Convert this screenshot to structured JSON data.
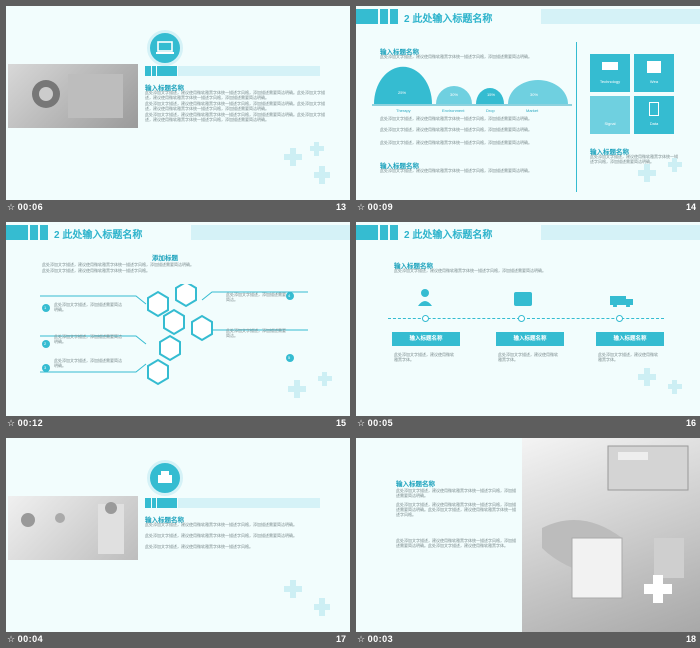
{
  "slides": [
    {
      "time": "00:06",
      "num": "13",
      "heading": "输入标题名称",
      "text": "此处添加文字描述，建议使用微软雅黑字体统一描述字风格，添加描述需要简洁明确。此处添加文字描述，建议使用微软雅黑字体统一描述字风格，添加描述需要简洁明确。"
    },
    {
      "time": "00:09",
      "num": "14",
      "title": "2  此处输入标题名称",
      "heading": "输入标题名称",
      "subtext": "此处添加文字描述，建议使用微软雅黑字体统一描述字风格，添加描述需要简洁明确。",
      "arcs": [
        {
          "pct": "25%",
          "label": "Therapy"
        },
        {
          "pct": "30%",
          "label": "Environment"
        },
        {
          "pct": "15%",
          "label": "Drop"
        },
        {
          "pct": "30%",
          "label": "Market"
        }
      ],
      "tiles": [
        "Technology",
        "Wea",
        "Signal",
        "Data"
      ],
      "heading2": "输入标题名称",
      "heading3": "输入标题名称"
    },
    {
      "time": "00:12",
      "num": "15",
      "title": "2  此处输入标题名称",
      "heading": "添加标题",
      "items": [
        "1",
        "2",
        "3",
        "4",
        "5"
      ]
    },
    {
      "time": "00:05",
      "num": "16",
      "title": "2  此处输入标题名称",
      "heading": "输入标题名称",
      "boxes": [
        "输入标题名称",
        "输入标题名称",
        "输入标题名称"
      ]
    },
    {
      "time": "00:04",
      "num": "17",
      "heading": "输入标题名称"
    },
    {
      "time": "00:03",
      "num": "18",
      "heading": "输入标题名称"
    }
  ],
  "star": "☆"
}
